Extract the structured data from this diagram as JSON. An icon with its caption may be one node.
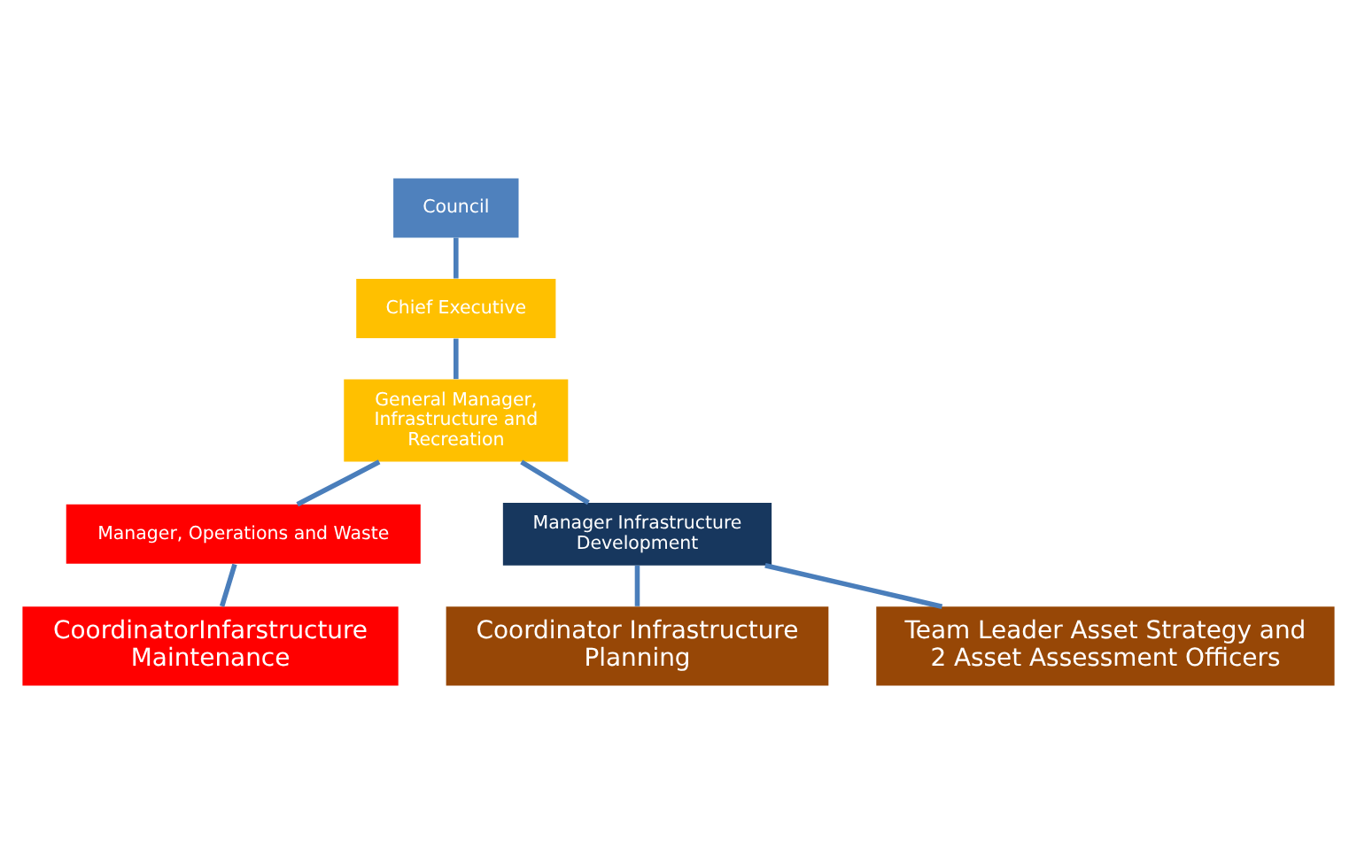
{
  "diagram": {
    "nodes": [
      {
        "text": [
          "Council"
        ]
      },
      {
        "text": [
          "Chief Executive"
        ]
      },
      {
        "text": [
          "General Manager, Infrastructure and Recreation"
        ]
      },
      {
        "text": [
          "Manager, Operations and Waste"
        ]
      },
      {
        "text": [
          "Manager Infrastructure Development"
        ]
      },
      {
        "text": [
          "CoordinatorInfarstructure Maintenance"
        ]
      },
      {
        "text": [
          "Coordinator Infrastructure Planning"
        ]
      },
      {
        "text": [
          "Team Leader Asset Strategy and 2 Asset Assessment Officers"
        ]
      }
    ],
    "edges": [
      {
        "from": 0,
        "to": 1,
        "arrow": "none"
      },
      {
        "from": 1,
        "to": 2,
        "arrow": "none"
      },
      {
        "from": 2,
        "to": 3,
        "arrow": "none"
      },
      {
        "from": 2,
        "to": 4,
        "arrow": "none"
      },
      {
        "from": 3,
        "to": 5,
        "arrow": "none"
      },
      {
        "from": 4,
        "to": 6,
        "arrow": "none"
      },
      {
        "from": 4,
        "to": 7,
        "arrow": "none"
      }
    ]
  }
}
